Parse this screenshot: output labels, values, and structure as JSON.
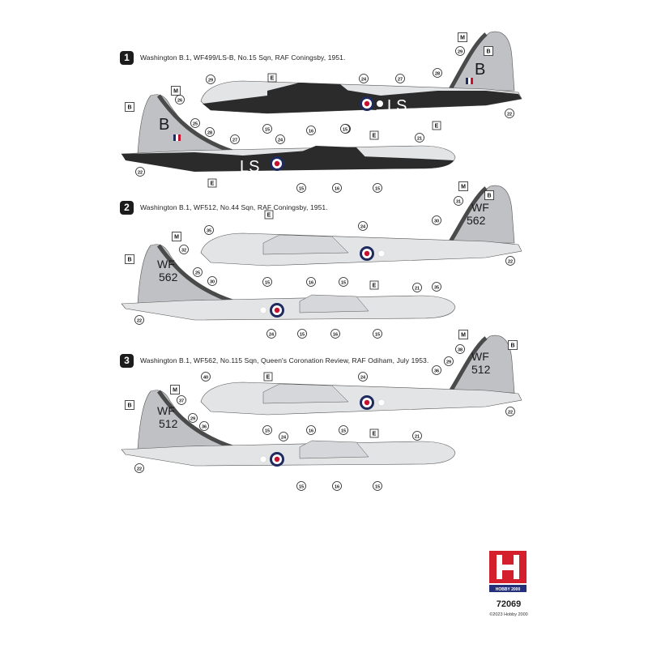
{
  "schemes": [
    {
      "num": "1",
      "title": "Washington B.1, WF499/LS-B, No.15 Sqn, RAF Coningsby, 1951.",
      "fin_code": "B",
      "fuselage_code": "LS",
      "dark_lower": true
    },
    {
      "num": "2",
      "title": "Washington B.1, WF512, No.44 Sqn, RAF Coningsby, 1951.",
      "fin_code_1": "WF",
      "fin_code_2": "562",
      "dark_lower": false
    },
    {
      "num": "3",
      "title": "Washington B.1, WF562, No.115 Sqn, Queen's Coronation Review, RAF Odiham, July 1953.",
      "fin_code_1": "WF",
      "fin_code_2": "512",
      "dark_lower": false
    }
  ],
  "callouts": {
    "s1_upper": [
      "M",
      "29",
      "B",
      "22",
      "29",
      "E",
      "24",
      "27",
      "28",
      "15",
      "15",
      "16",
      "15"
    ],
    "s1_lower": [
      "M",
      "26",
      "B",
      "25",
      "28",
      "27",
      "24",
      "E",
      "21",
      "22",
      "E",
      "15",
      "16",
      "15",
      "E"
    ],
    "s2_upper": [
      "M",
      "31",
      "B",
      "30",
      "22",
      "35",
      "E",
      "24",
      "15",
      "16",
      "15"
    ],
    "s2_lower": [
      "M",
      "32",
      "B",
      "25",
      "30",
      "22",
      "E",
      "21",
      "35",
      "24",
      "15",
      "16",
      "15"
    ],
    "s3_upper": [
      "M",
      "38",
      "B",
      "29",
      "36",
      "22",
      "40",
      "E",
      "24",
      "15",
      "16",
      "15"
    ],
    "s3_lower": [
      "M",
      "37",
      "B",
      "29",
      "36",
      "22",
      "24",
      "E",
      "21",
      "15",
      "16",
      "15"
    ]
  },
  "colors": {
    "aluminium": "#e3e4e6",
    "fin_grey": "#bfc1c4",
    "dark_scheme": "#2b2b2b",
    "stripe": "#4a4a4a",
    "roundel_blue": "#1f2a5e",
    "roundel_red": "#c8102e",
    "logo_red": "#d4202c",
    "logo_navy": "#24307a"
  },
  "footer": {
    "logo_letter": "H",
    "logo_text": "HOBBY 2000",
    "catalog_number": "72069",
    "copyright": "©2023 Hobby 2000"
  }
}
